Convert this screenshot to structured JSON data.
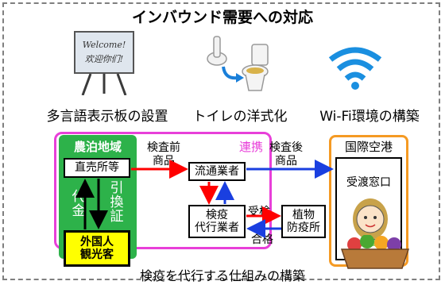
{
  "title": "インバウンド需要への対応",
  "top_items": [
    {
      "caption": "多言語表示板の設置",
      "icon": "signboard-icon",
      "sign_line1": "Welcome!",
      "sign_line2": "欢迎你们!"
    },
    {
      "caption": "トイレの洋式化",
      "icon": "toilet-icon"
    },
    {
      "caption": "Wi-Fi環境の構築",
      "icon": "wifi-icon"
    }
  ],
  "diagram": {
    "rural_area": {
      "label": "農泊地域",
      "direct_store": "直売所等",
      "tourist": "外国人\n観光客",
      "payment_v": "代金",
      "voucher_v": "引換証"
    },
    "collab_label": "連携",
    "before_inspection": "検査前\n商品",
    "after_inspection": "検査後\n商品",
    "distributor": "流通業者",
    "quarantine_agent": "検疫\n代行業者",
    "plant_quarantine": "植物\n防疫所",
    "apply_label": "受検",
    "pass_label": "合格",
    "airport": {
      "label": "国際空港",
      "counter": "受渡窓口"
    },
    "bottom_caption": "検疫を代行する仕組みの構築"
  },
  "colors": {
    "rural": "#2db24a",
    "collab": "#e83fd9",
    "airport": "#f59a23",
    "red_arrow": "#ff0000",
    "blue_arrow": "#1a3fe0"
  }
}
